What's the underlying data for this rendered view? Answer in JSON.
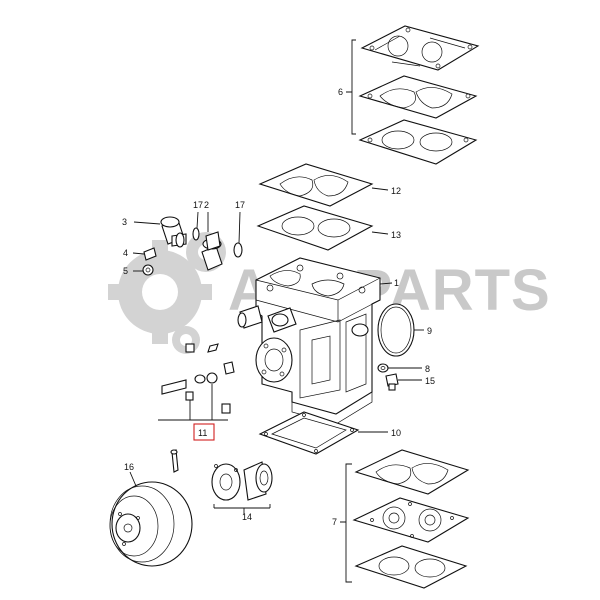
{
  "watermark": {
    "text": "AKSPARTS",
    "color": "#c9c9c9"
  },
  "callouts": {
    "c1": "1",
    "c2": "2",
    "c3": "3",
    "c4": "4",
    "c5": "5",
    "c6": "6",
    "c7": "7",
    "c8": "8",
    "c9": "9",
    "c10": "10",
    "c11": "11",
    "c12": "12",
    "c13": "13",
    "c14": "14",
    "c15": "15",
    "c16": "16",
    "c17a": "17",
    "c17b": "17"
  },
  "colors": {
    "line": "#111111",
    "highlight": "#d02020",
    "background": "#ffffff"
  }
}
